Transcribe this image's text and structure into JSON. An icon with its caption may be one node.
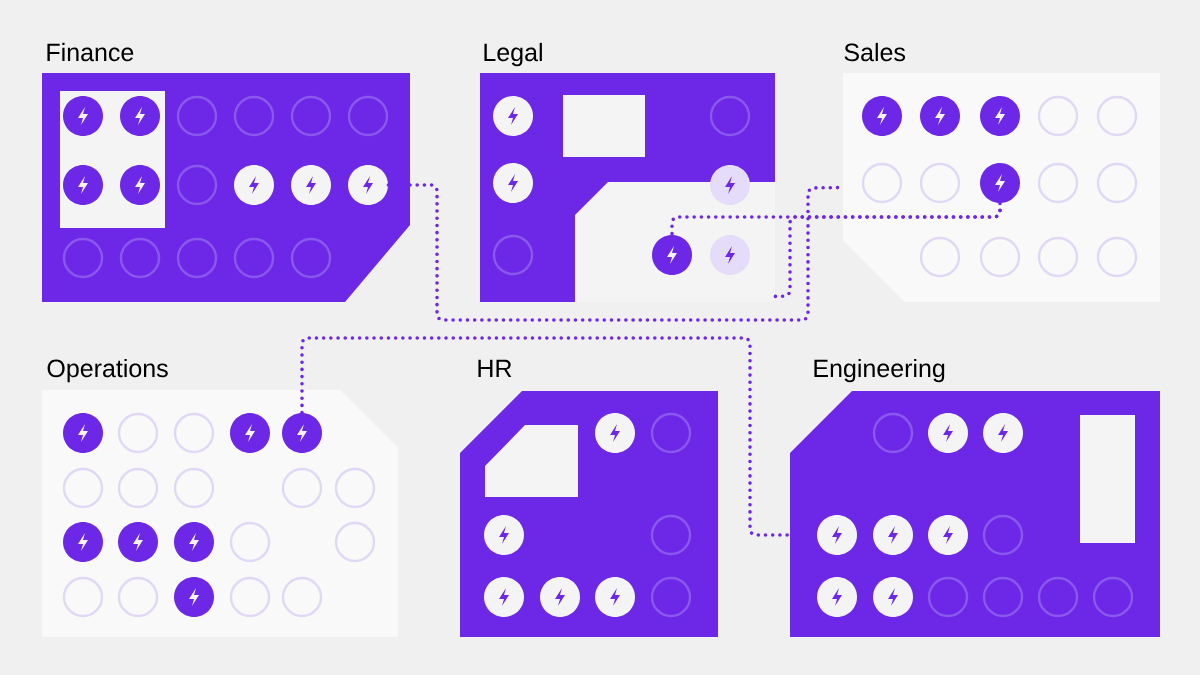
{
  "diagram": {
    "nodes": [
      {
        "text": [
          "Finance"
        ]
      },
      {
        "text": [],
        "shape": "circle",
        "in": 0
      },
      {
        "text": [
          "Legal"
        ]
      },
      {
        "text": [],
        "shape": "circle",
        "in": 2
      },
      {
        "text": [
          "Sales"
        ]
      },
      {
        "text": [],
        "shape": "circle",
        "in": 4
      },
      {
        "text": [
          "Operations"
        ]
      },
      {
        "text": [],
        "shape": "circle",
        "in": 6
      },
      {
        "text": [
          "HR"
        ]
      },
      {
        "text": [
          "Engineering"
        ]
      }
    ],
    "edges": [
      {
        "from": 1,
        "to": 4,
        "arrow": "none"
      },
      {
        "from": 5,
        "to": 3,
        "arrow": "none"
      },
      {
        "from": 2,
        "to": 5,
        "arrow": "none"
      },
      {
        "from": 7,
        "to": 9,
        "arrow": "none"
      }
    ]
  }
}
